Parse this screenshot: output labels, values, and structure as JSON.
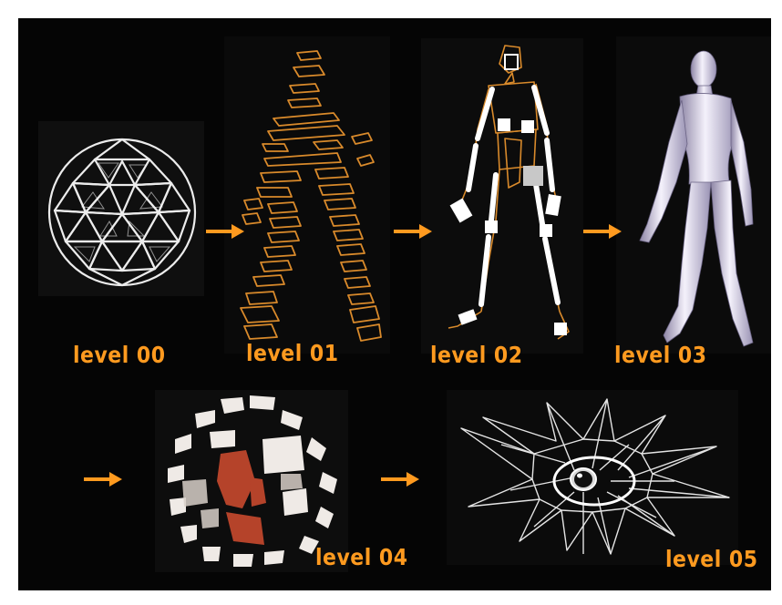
{
  "labels": {
    "level00": "level 00",
    "level01": "level 01",
    "level02": "level 02",
    "level03": "level 03",
    "level04": "level 04",
    "level05": "level 05"
  },
  "icons": {
    "arrow": "right-arrow-icon",
    "level00": "wireframe-sphere-icon",
    "level01": "sliced-walking-figure-icon",
    "level02": "bone-skeleton-figure-icon",
    "level03": "shaded-humanoid-figure-icon",
    "level04": "fragmented-sphere-icon",
    "level05": "spiky-wireframe-creature-icon"
  },
  "colors": {
    "background": "#050505",
    "accent": "#ff9a1f",
    "wireframe_white": "#e9e9e9",
    "wireframe_orange": "#d98a2b"
  }
}
